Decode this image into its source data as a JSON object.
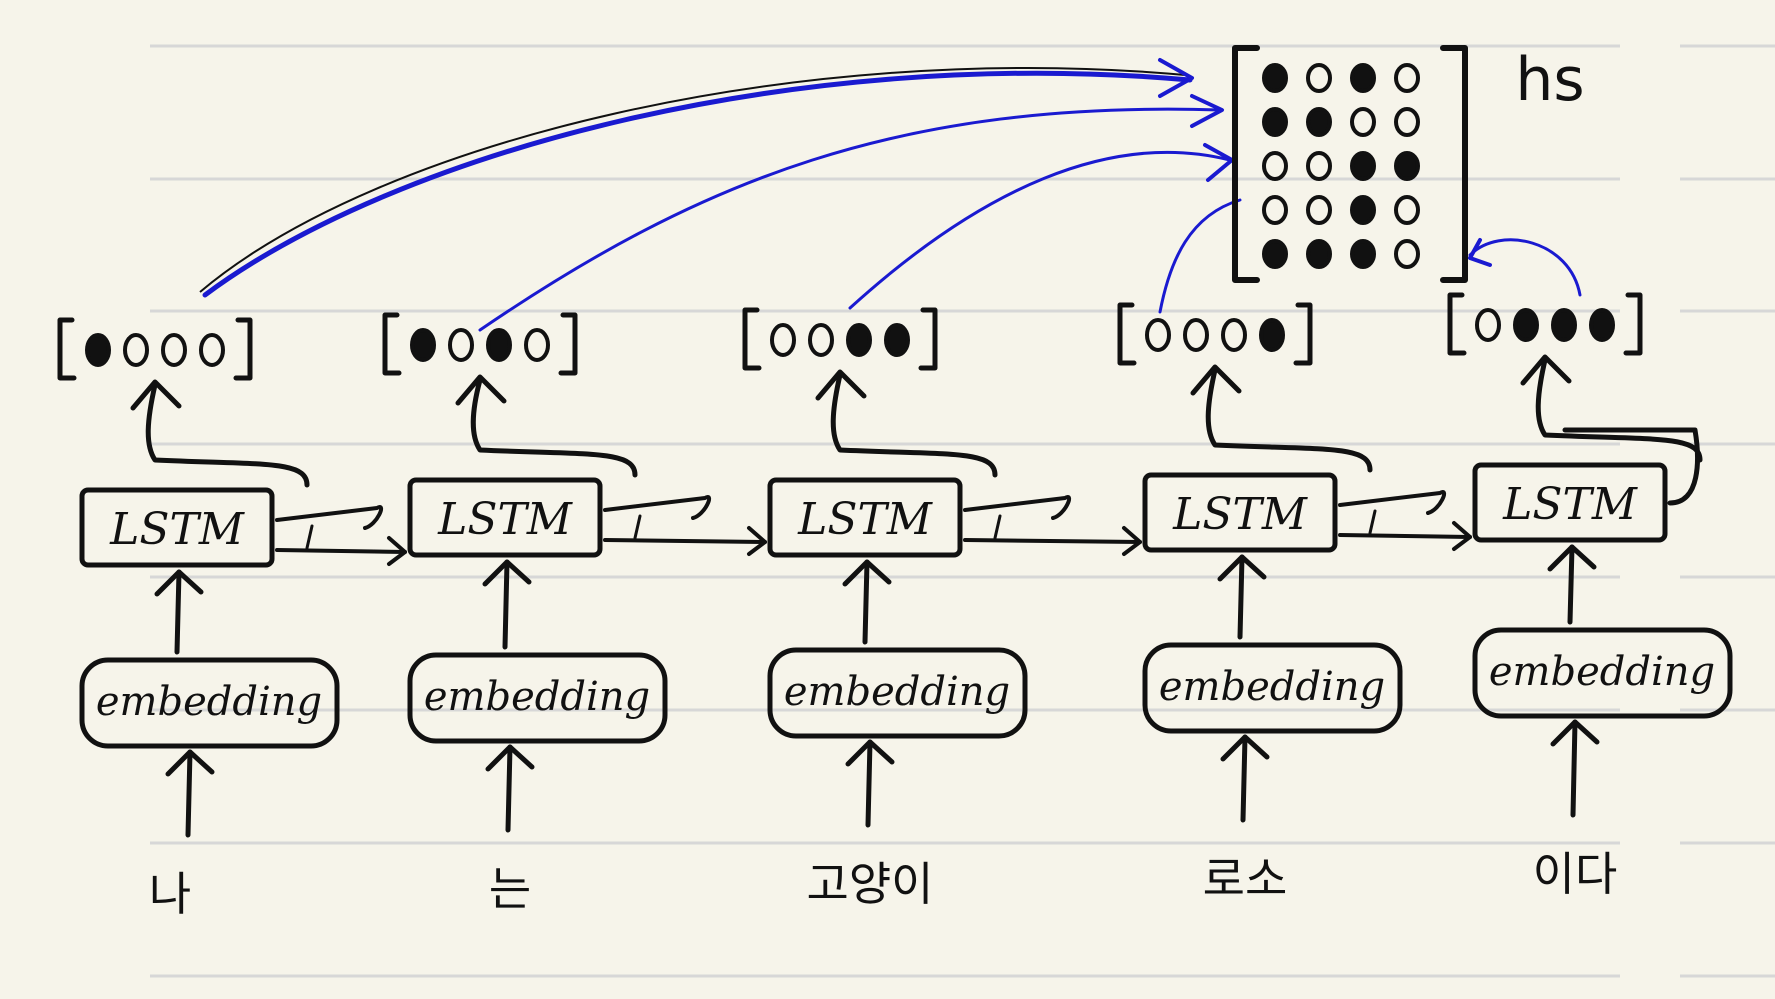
{
  "tokens": [
    "나",
    "는",
    "고양이",
    "로소",
    "이다"
  ],
  "lstm_label": "LSTM",
  "embedding_label": "embedding",
  "matrix_label": "hs",
  "hidden_state_dots": [
    [
      "filled",
      "empty",
      "empty",
      "empty"
    ],
    [
      "filled",
      "empty",
      "filled",
      "empty"
    ],
    [
      "empty",
      "empty",
      "filled",
      "filled"
    ],
    [
      "empty",
      "empty",
      "empty",
      "filled"
    ],
    [
      "empty",
      "filled",
      "filled",
      "filled"
    ]
  ],
  "matrix_dots": [
    [
      "filled",
      "empty",
      "filled",
      "empty"
    ],
    [
      "filled",
      "filled",
      "empty",
      "empty"
    ],
    [
      "empty",
      "empty",
      "filled",
      "filled"
    ],
    [
      "empty",
      "empty",
      "filled",
      "empty"
    ],
    [
      "filled",
      "filled",
      "filled",
      "empty"
    ]
  ],
  "colors": {
    "background": "#f6f4ea",
    "ruled_line": "#d7d7d7",
    "ink": "#111111",
    "highlight_arrow": "#1a1ad0"
  }
}
